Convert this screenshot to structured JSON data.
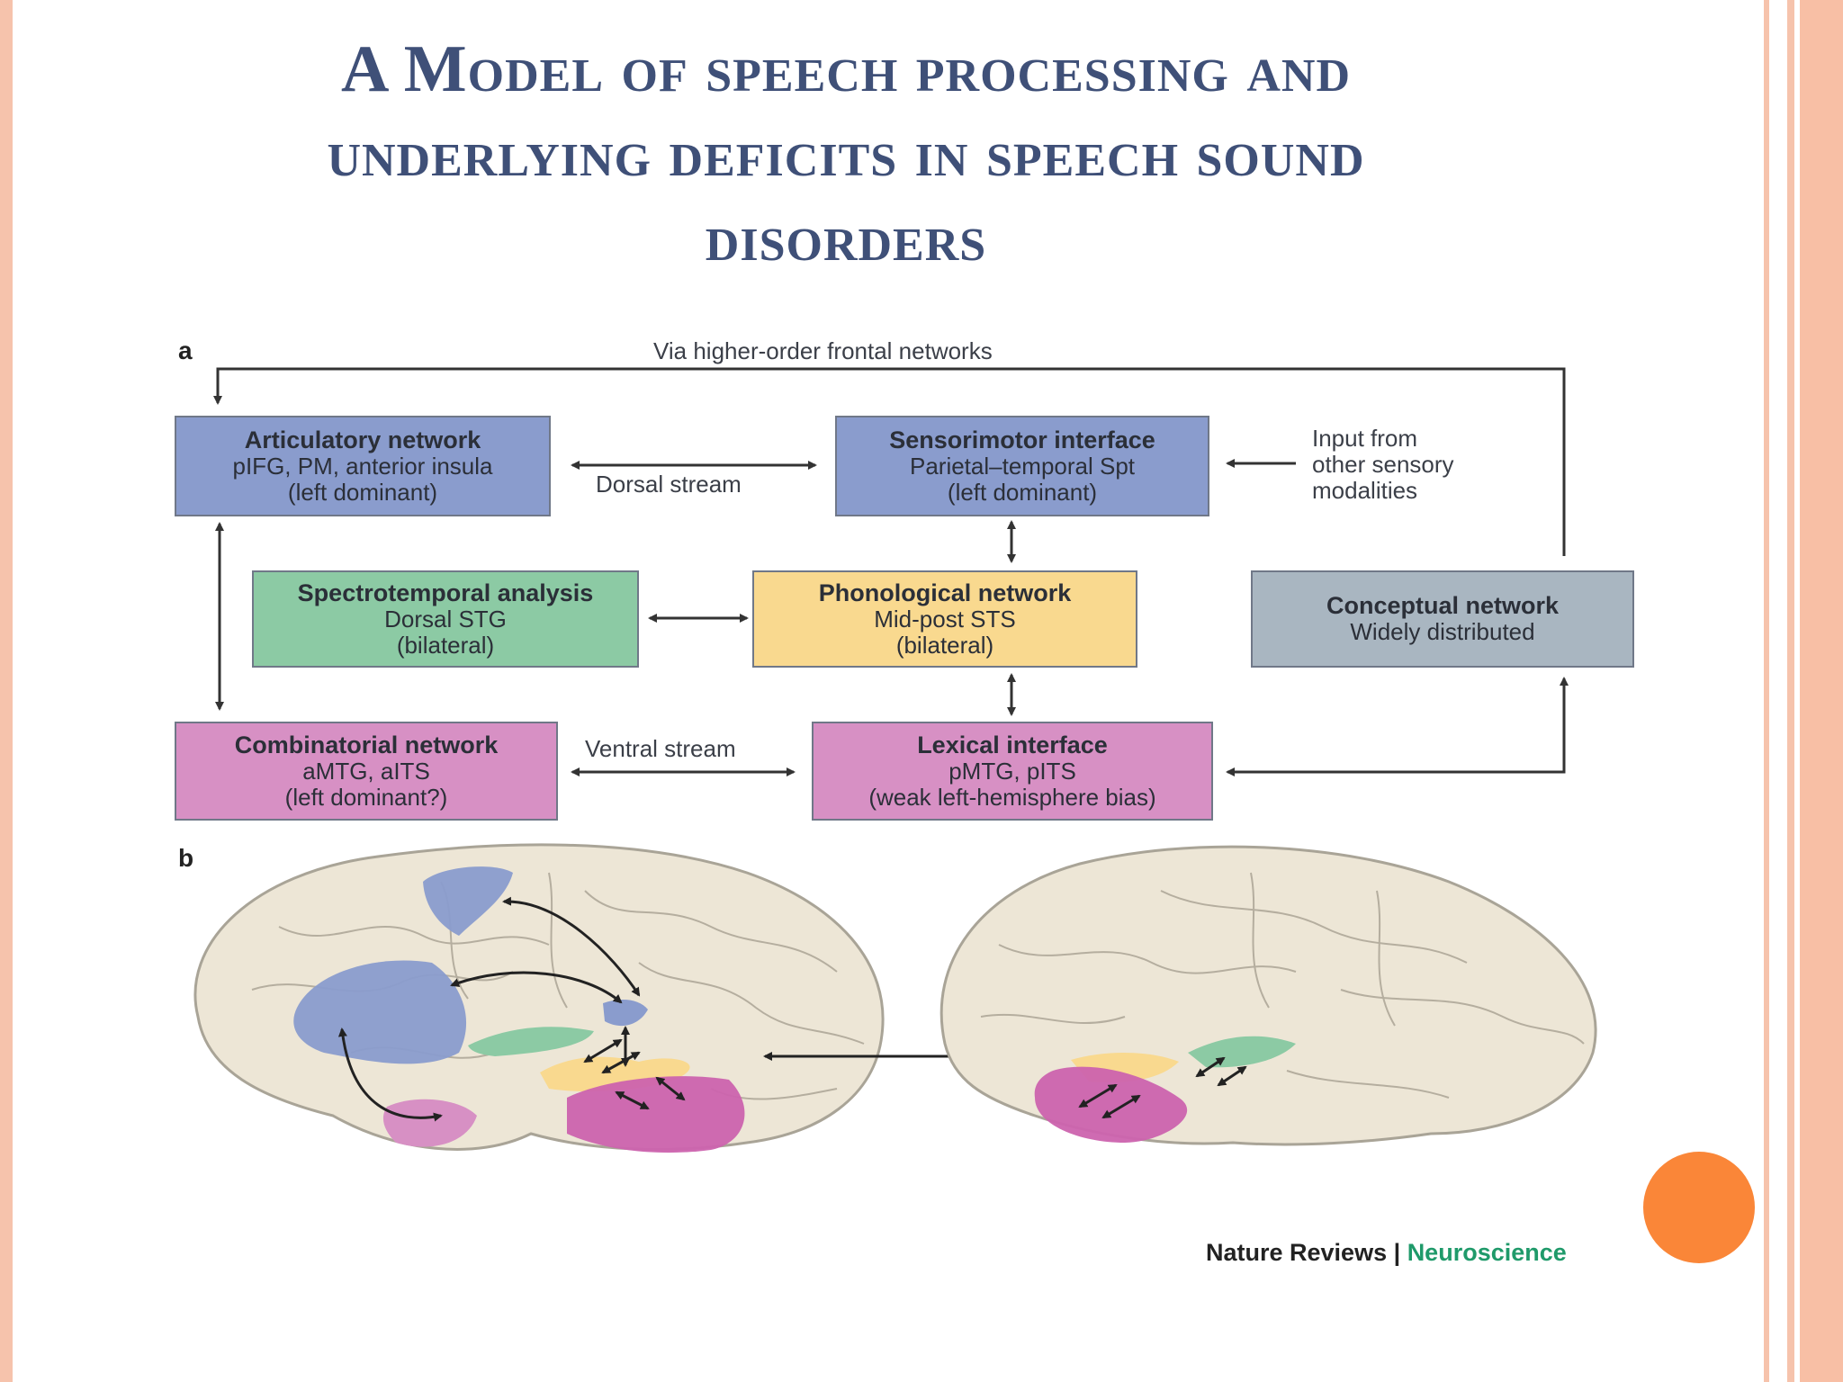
{
  "slide": {
    "title_lines": [
      "A Model of speech processing and",
      "underlying deficits in speech sound",
      "disorders"
    ]
  },
  "diagram": {
    "panel_a": "a",
    "panel_b": "b",
    "top_loop_label": "Via higher-order frontal networks",
    "dorsal_label": "Dorsal stream",
    "ventral_label": "Ventral stream",
    "input_label": [
      "Input from",
      "other sensory",
      "modalities"
    ],
    "boxes": {
      "articulatory": {
        "title": "Articulatory network",
        "lines": [
          "pIFG, PM, anterior insula",
          "(left dominant)"
        ]
      },
      "sensorimotor": {
        "title": "Sensorimotor interface",
        "lines": [
          "Parietal–temporal Spt",
          "(left dominant)"
        ]
      },
      "spectrotemporal": {
        "title": "Spectrotemporal analysis",
        "lines": [
          "Dorsal STG",
          "(bilateral)"
        ]
      },
      "phonological": {
        "title": "Phonological network",
        "lines": [
          "Mid-post STS",
          "(bilateral)"
        ]
      },
      "conceptual": {
        "title": "Conceptual network",
        "lines": [
          "Widely distributed"
        ]
      },
      "combinatorial": {
        "title": "Combinatorial network",
        "lines": [
          "aMTG, aITS",
          "(left dominant?)"
        ]
      },
      "lexical": {
        "title": "Lexical interface",
        "lines": [
          "pMTG, pITS",
          "(weak left-hemisphere bias)"
        ]
      }
    },
    "colors": {
      "blue": "#8a9ccd",
      "green": "#8ccaa4",
      "yellow": "#f9d98f",
      "pink": "#d790c4",
      "grey": "#a9b6c1"
    }
  },
  "credit": {
    "journal": "Nature Reviews",
    "separator": "|",
    "section": "Neuroscience"
  },
  "decor": {
    "accent_orange": "#fa8638",
    "border_peach": "#f6c3ac"
  }
}
